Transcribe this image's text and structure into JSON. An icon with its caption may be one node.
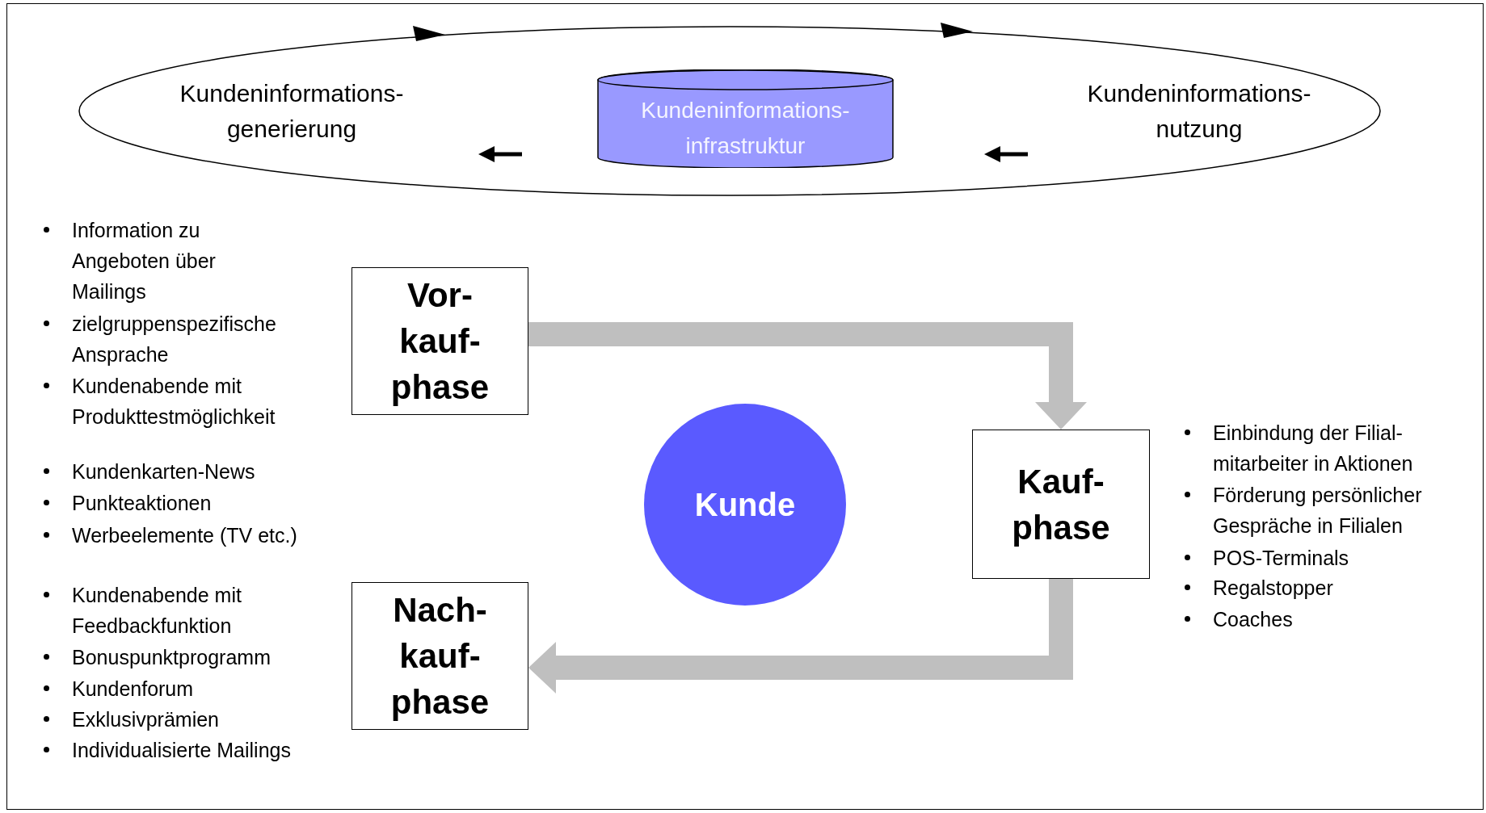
{
  "diagram": {
    "nodes": [
      {
        "text": [
          "Kundeninformations- generierung",
          "Kundeninformations- nutzung"
        ]
      },
      {
        "text": [
          "Kundeninformations- infrastruktur"
        ],
        "in": 0
      },
      {
        "text": [
          "Vor- kauf- phase"
        ]
      },
      {
        "text": [
          "Kauf- phase"
        ]
      },
      {
        "text": [
          "Nach- kauf- phase"
        ]
      },
      {
        "text": [
          "Kunde"
        ]
      }
    ],
    "edges": [
      {
        "from": 2,
        "to": 3,
        "arrow": "to"
      },
      {
        "from": 3,
        "to": 4,
        "arrow": "to"
      }
    ],
    "labels": [
      "Information zu Angeboten über Mailings",
      "zielgruppenspezifische Ansprache",
      "Kundenabende mit Produkttestmöglichkeit",
      "Kundenkarten-News",
      "Punkteaktionen",
      "Werbeelemente (TV etc.)",
      "Kundenabende mit Feedbackfunktion",
      "Bonuspunktprogramm",
      "Kundenforum",
      "Exklusivprämien",
      "Individualisierte Mailings",
      "Einbindung der Filial- mitarbeiter in Aktionen",
      "Förderung persönlicher Gespräche in Filialen",
      "POS-Terminals",
      "Regalstopper",
      "Coaches"
    ]
  }
}
